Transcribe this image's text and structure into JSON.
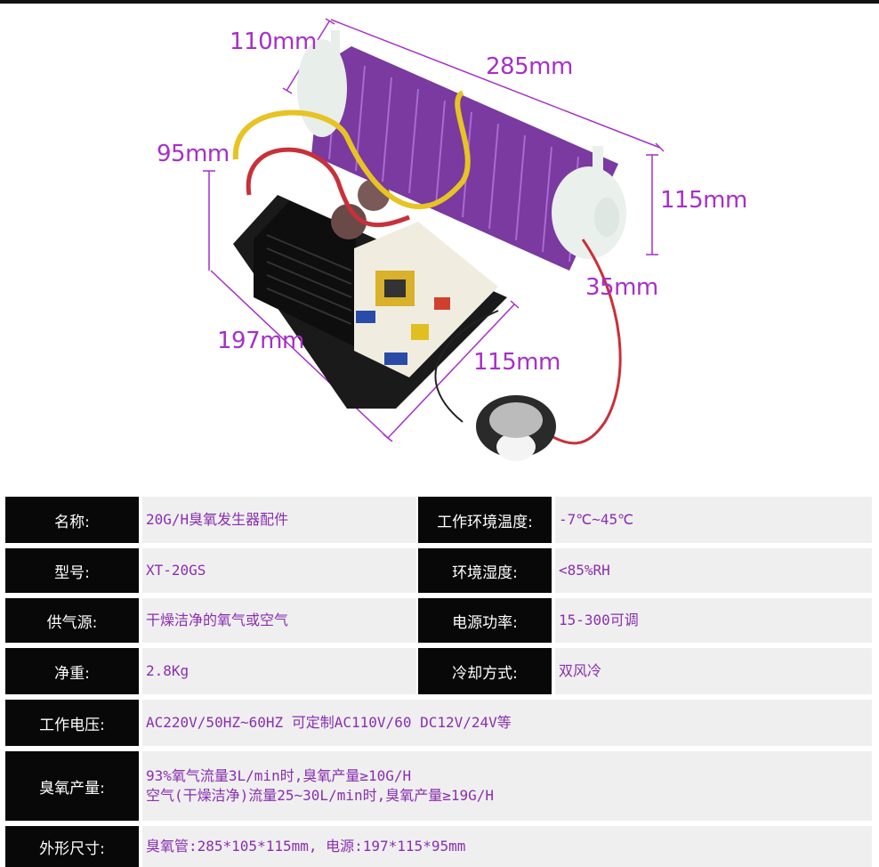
{
  "dimensions": {
    "d110": "110mm",
    "d285": "285mm",
    "d95": "95mm",
    "d115_right": "115mm",
    "d35": "35mm",
    "d197": "197mm",
    "d115_bottom": "115mm"
  },
  "specs": {
    "name_label": "名称:",
    "name_value": "20G/H臭氧发生器配件",
    "temp_label": "工作环境温度:",
    "temp_value": "-7℃~45℃",
    "model_label": "型号:",
    "model_value": "XT-20GS",
    "humidity_label": "环境湿度:",
    "humidity_value": "<85%RH",
    "gas_label": "供气源:",
    "gas_value": "干燥洁净的氧气或空气",
    "power_label": "电源功率:",
    "power_value": "15-300可调",
    "weight_label": "净重:",
    "weight_value": "2.8Kg",
    "cooling_label": "冷却方式:",
    "cooling_value": "双风冷",
    "voltage_label": "工作电压:",
    "voltage_value": "AC220V/50HZ~60HZ 可定制AC110V/60 DC12V/24V等",
    "output_label": "臭氧产量:",
    "output_line1": "93%氧气流量3L/min时,臭氧产量≥10G/H",
    "output_line2": "空气(干燥洁净)流量25~30L/min时,臭氧产量≥19G/H",
    "size_label": "外形尺寸:",
    "size_value": "臭氧管:285*105*115mm, 电源:197*115*95mm"
  }
}
